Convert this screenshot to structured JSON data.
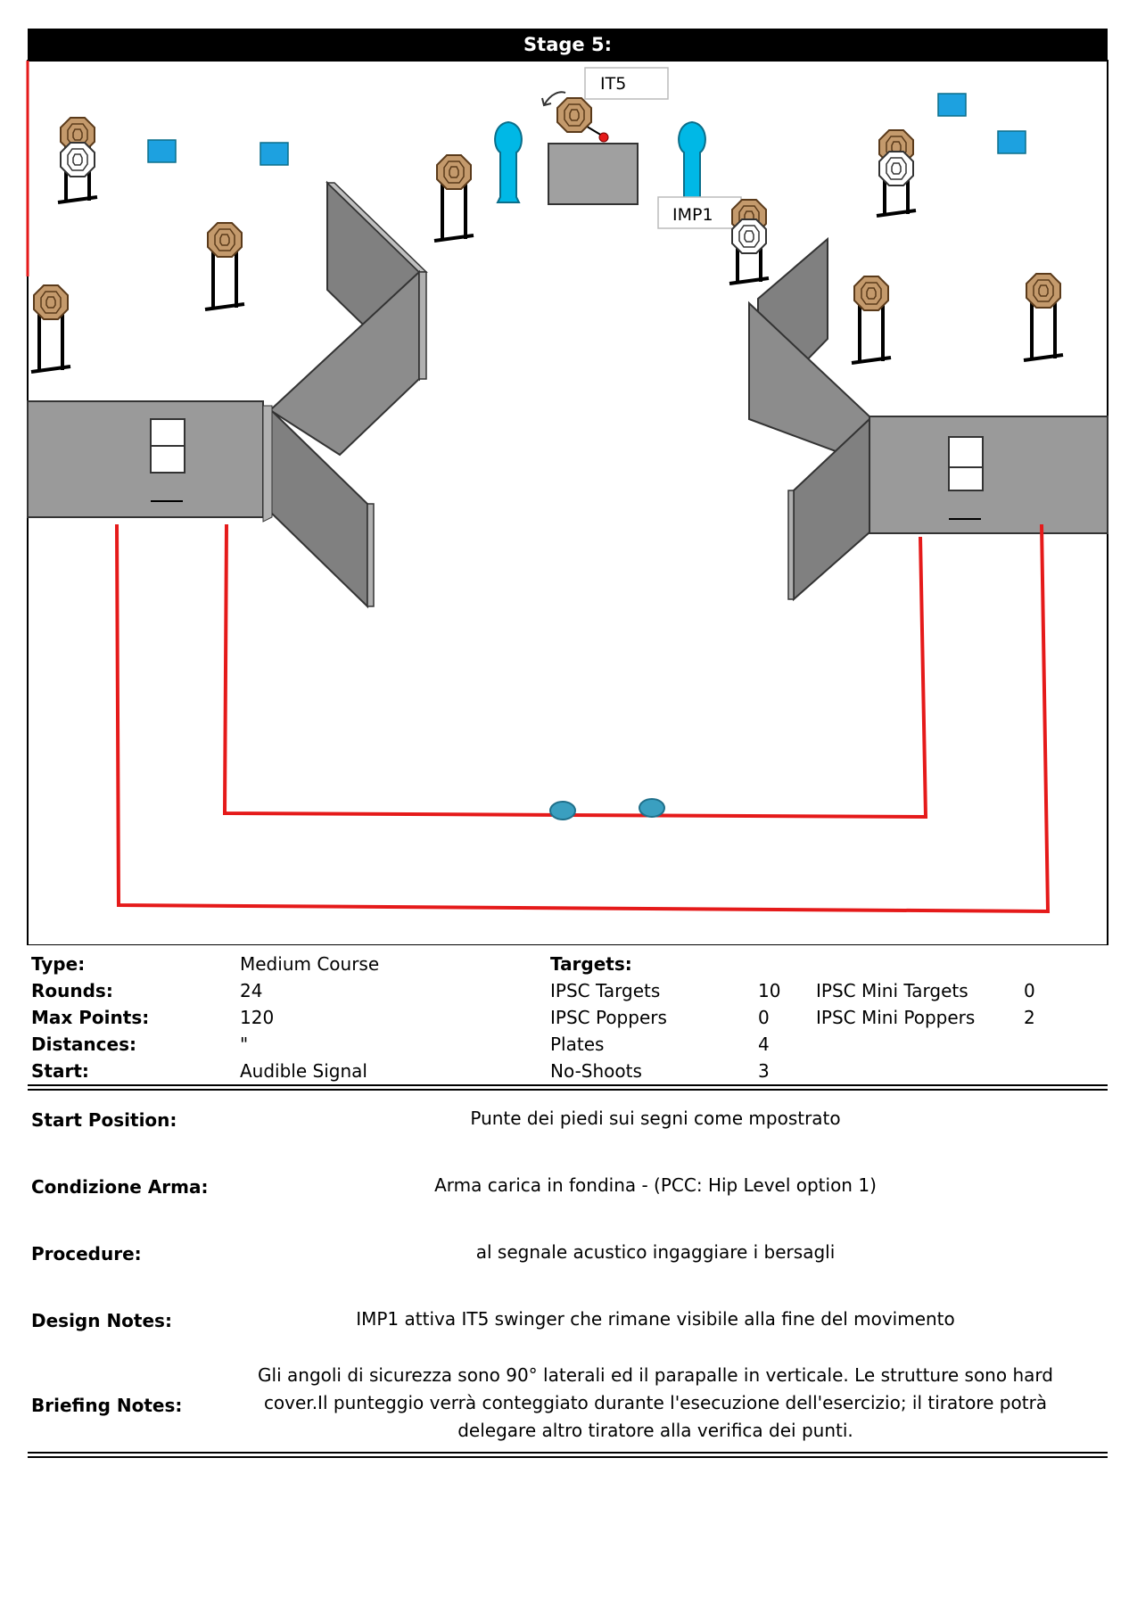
{
  "stage": {
    "title": "Stage 5:",
    "labels": {
      "it5": "IT5",
      "imp1": "IMP1"
    }
  },
  "specs": {
    "type_label": "Type:",
    "type_value": "Medium Course",
    "rounds_label": "Rounds:",
    "rounds_value": "24",
    "maxpoints_label": "Max Points:",
    "maxpoints_value": "120",
    "distances_label": "Distances:",
    "distances_value": "\"",
    "start_label": "Start:",
    "start_value": "Audible Signal",
    "targets_label": "Targets:",
    "ipsc_targets_label": "IPSC Targets",
    "ipsc_targets_value": "10",
    "ipsc_poppers_label": "IPSC Poppers",
    "ipsc_poppers_value": "0",
    "plates_label": "Plates",
    "plates_value": "4",
    "noshoots_label": "No-Shoots",
    "noshoots_value": "3",
    "mini_targets_label": "IPSC Mini Targets",
    "mini_targets_value": "0",
    "mini_poppers_label": "IPSC Mini Poppers",
    "mini_poppers_value": "2"
  },
  "briefing": {
    "start_position_label": "Start Position:",
    "start_position_value": "Punte dei piedi sui segni come mpostrato",
    "condizione_label": "Condizione Arma:",
    "condizione_value": "Arma carica in fondina - (PCC: Hip Level option 1)",
    "procedure_label": "Procedure:",
    "procedure_value": "al segnale acustico ingaggiare i bersagli",
    "design_label": "Design Notes:",
    "design_value": "IMP1 attiva IT5 swinger  che rimane visibile alla fine del movimento",
    "briefing_label": "Briefing Notes:",
    "briefing_line1": "Gli angoli di sicurezza sono 90° laterali ed il parapalle in verticale. Le strutture sono hard",
    "briefing_line2": "cover.Il punteggio verrà conteggiato durante l'esecuzione dell'esercizio; il tiratore potrà",
    "briefing_line3": "delegare altro tiratore alla verifica  dei punti."
  },
  "colors": {
    "fault_line": "#e51a1a",
    "wall_fill": "#9a9a9a",
    "target_fill": "#c49a6c",
    "plate_fill": "#1da1e0",
    "popper_fill": "#00b8e6",
    "start_marker": "#3a9fc0"
  }
}
